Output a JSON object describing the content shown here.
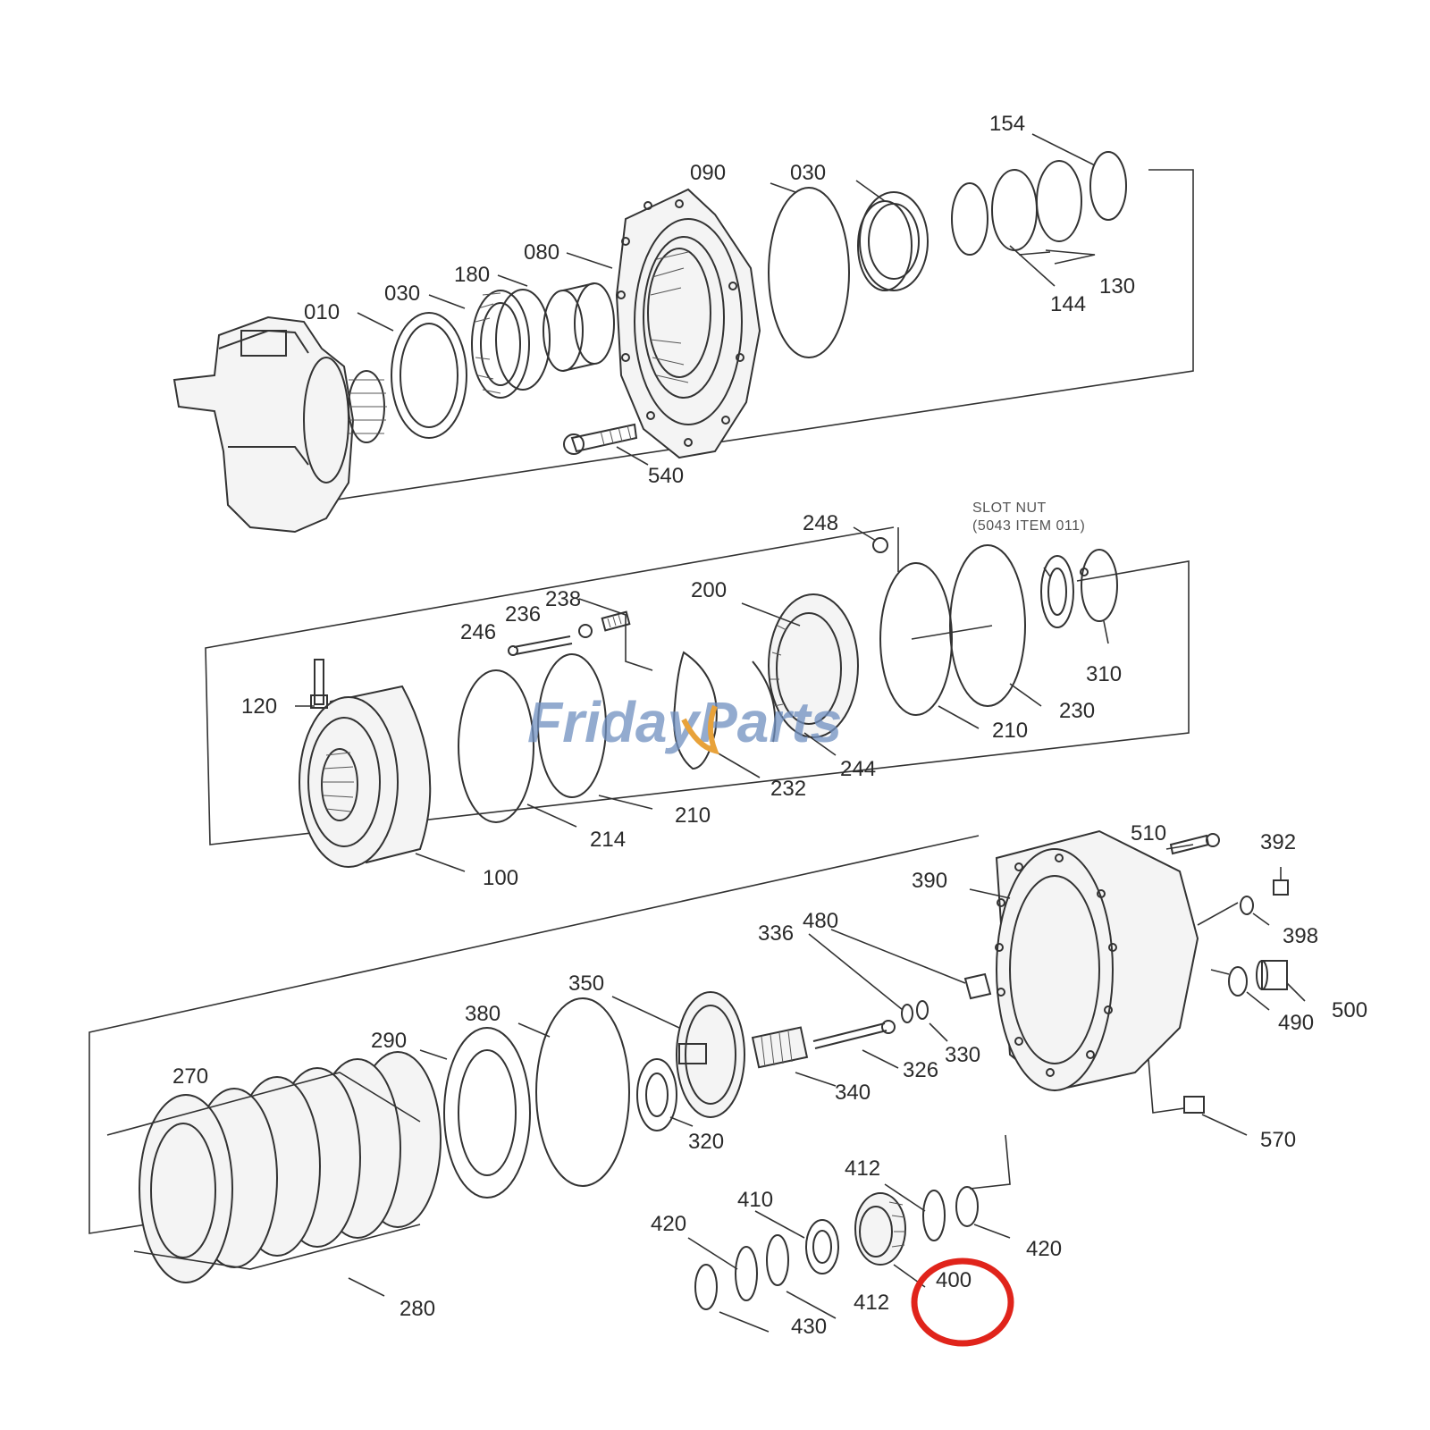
{
  "diagram": {
    "callouts": {
      "c154": "154",
      "c090": "090",
      "c030a": "030",
      "c130": "130",
      "c144": "144",
      "c080": "080",
      "c180": "180",
      "c030b": "030",
      "c010": "010",
      "c540": "540",
      "c248": "248",
      "c238": "238",
      "c236": "236",
      "c246": "246",
      "c200": "200",
      "c120": "120",
      "c310": "310",
      "c230": "230",
      "c210a": "210",
      "c244": "244",
      "c232": "232",
      "c210b": "210",
      "c214": "214",
      "c100": "100",
      "c510": "510",
      "c392": "392",
      "c390": "390",
      "c398": "398",
      "c336": "336",
      "c480": "480",
      "c350": "350",
      "c500": "500",
      "c490": "490",
      "c380": "380",
      "c290": "290",
      "c330": "330",
      "c326": "326",
      "c340": "340",
      "c270": "270",
      "c320": "320",
      "c570": "570",
      "c412a": "412",
      "c410": "410",
      "c420a": "420",
      "c420b": "420",
      "c400": "400",
      "c412b": "412",
      "c430": "430",
      "c280": "280"
    },
    "slot_nut_note_line1": "SLOT NUT",
    "slot_nut_note_line2": "(5043 ITEM 011)",
    "highlight_color": "#e0241b"
  },
  "watermark": {
    "text": "FridayParts",
    "color": "#6f8fc0",
    "accent_color": "#e8a23a"
  }
}
